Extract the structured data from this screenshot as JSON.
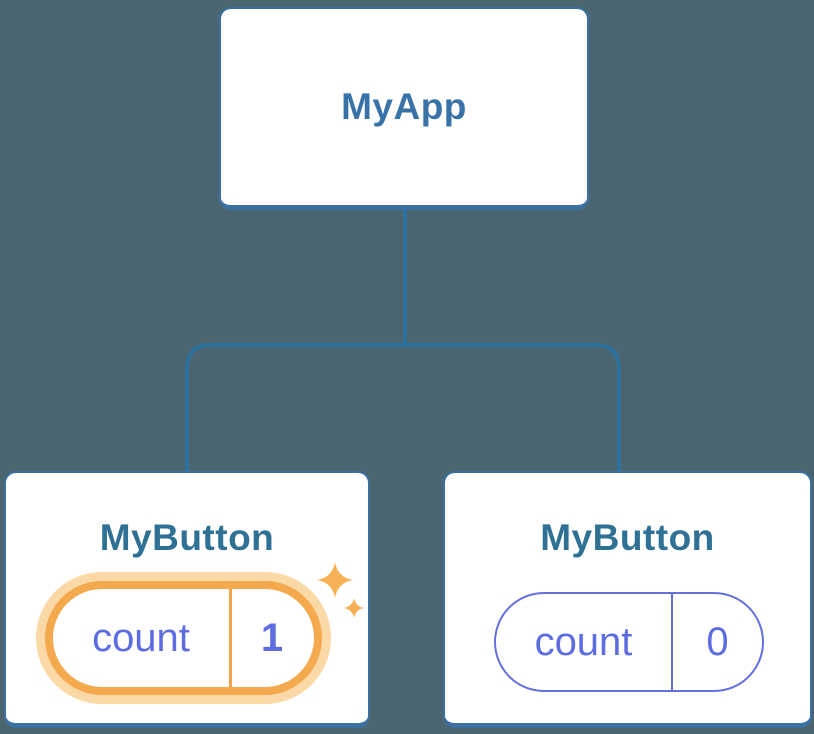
{
  "diagram": {
    "root": {
      "title": "MyApp"
    },
    "children": [
      {
        "title": "MyButton",
        "state": {
          "label": "count",
          "value": "1"
        },
        "highlighted": true
      },
      {
        "title": "MyButton",
        "state": {
          "label": "count",
          "value": "0"
        },
        "highlighted": false
      }
    ]
  },
  "icons": {
    "sparkles": "sparkles-icon (state just updated)"
  },
  "colors": {
    "bg": "#4C6671",
    "card-border": "#3B70A3",
    "connector": "#2D719D",
    "root-title": "#3873A8",
    "child-title": "#2F7095",
    "indigo-border": "#6370E0",
    "indigo-text": "#5E6CE2",
    "orange": "#F5A94E",
    "orange-glow": "#FAD9A6",
    "orange-divider": "#F0A24B",
    "sparkle": "#F8B055"
  }
}
